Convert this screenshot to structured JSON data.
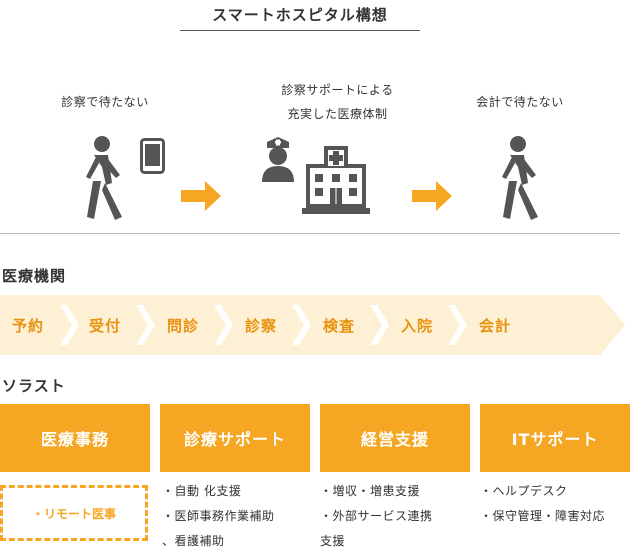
{
  "title": "スマートホスピタル構想",
  "flow": {
    "left_caption": "診察で待たない",
    "center_caption_1": "診察サポートによる",
    "center_caption_2": "充実した医療体制",
    "right_caption": "会計で待たない"
  },
  "medical": {
    "heading": "医療機関",
    "steps": [
      "予約",
      "受付",
      "問診",
      "診察",
      "検査",
      "入院",
      "会計"
    ]
  },
  "solutions": {
    "heading": "ソラスト",
    "boxes": [
      {
        "label": "医療事務",
        "items": []
      },
      {
        "label": "診療サポート",
        "items": [
          "・自動 化支援",
          "・医師事務作業補助",
          "、看護補助"
        ]
      },
      {
        "label": "経営支援",
        "items": [
          "・増収・増患支援",
          "・外部サービス連携",
          "支援"
        ]
      },
      {
        "label": "ITサポート",
        "items": [
          "・ヘルプデスク",
          "・保守管理・障害対応"
        ]
      }
    ],
    "remote": "・リモート医事"
  },
  "colors": {
    "accent": "#f5a623",
    "band": "#fdf0d5",
    "icon": "#555555"
  }
}
